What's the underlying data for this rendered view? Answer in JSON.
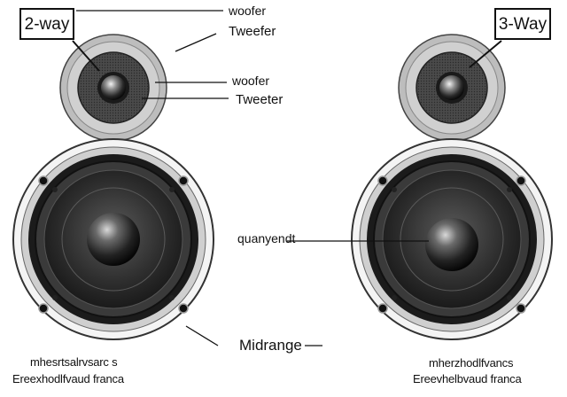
{
  "diagram": {
    "left_speaker": {
      "box_label": "2-way",
      "labels": {
        "woofer_top": "woofer",
        "tweeter_top": "Tweefer",
        "woofer_mid": "woofer",
        "tweeter_mid": "Tweeter",
        "midrange": "Midrange"
      },
      "caption_line1": "mhesrtsalrvsarc s",
      "caption_line2": "Ereexhodlfvaud franca"
    },
    "right_speaker": {
      "box_label": "3-Way",
      "labels": {
        "center": "quanyendt"
      },
      "caption_line1": "mherzhodlfvancs",
      "caption_line2": "Ereevhelbvaud franca"
    }
  }
}
